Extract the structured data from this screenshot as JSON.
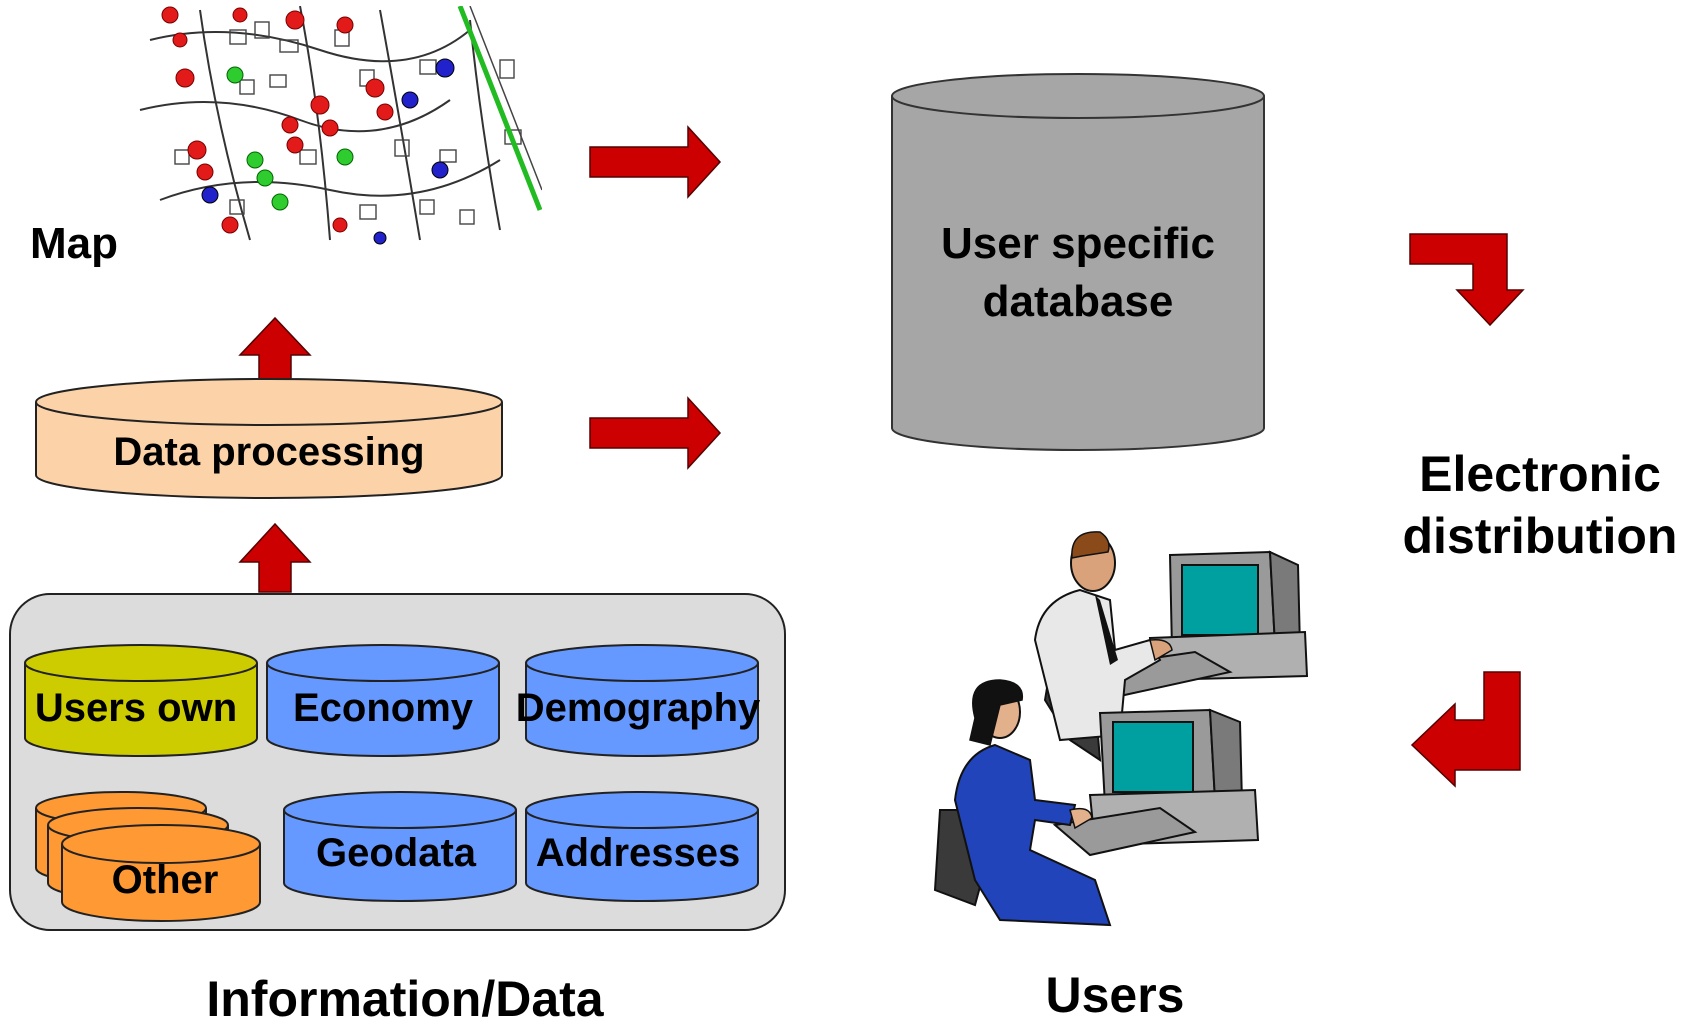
{
  "labels": {
    "map": "Map",
    "data_processing": "Data processing",
    "user_db_line1": "User specific",
    "user_db_line2": "database",
    "electronic_line1": "Electronic",
    "electronic_line2": "distribution",
    "users": "Users",
    "information": "Information/Data"
  },
  "sources": {
    "users_own": "Users own",
    "economy": "Economy",
    "demography": "Demography",
    "other": "Other",
    "geodata": "Geodata",
    "addresses": "Addresses"
  },
  "icons": {
    "map": "street-map-thumbnail",
    "users": "people-at-computers-clipart"
  },
  "colors": {
    "arrow_red": "#cc0000",
    "processing_fill": "#fcd2a8",
    "database_gray": "#a6a6a6",
    "panel_gray": "#dcdcdc",
    "yellow_db": "#cccc00",
    "blue_db": "#6699ff",
    "orange_db": "#ff9933",
    "map_red_dot": "#e21a1a",
    "map_green_dot": "#2fcc2f",
    "map_blue_dot": "#2222cc"
  }
}
